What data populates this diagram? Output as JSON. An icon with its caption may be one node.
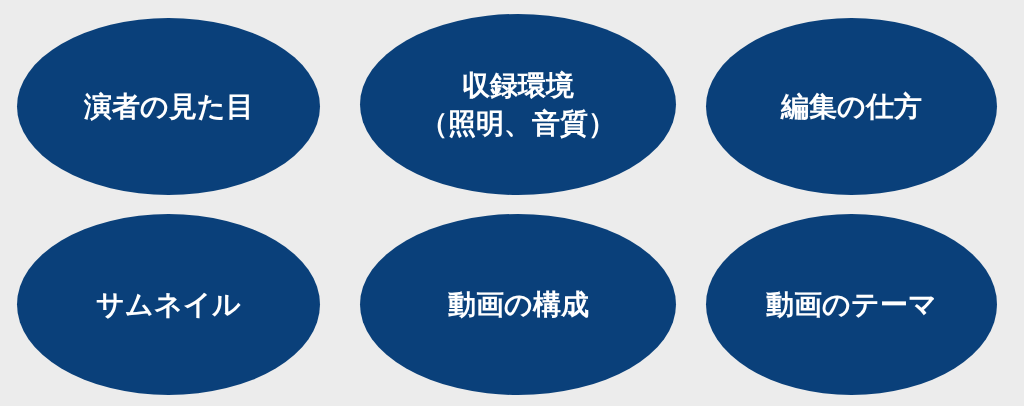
{
  "diagram": {
    "nodes": [
      {
        "text": [
          "演者の見た目"
        ]
      },
      {
        "text": [
          "収録環境（照明、音質）"
        ]
      },
      {
        "text": [
          "編集の仕方"
        ]
      },
      {
        "text": [
          "サムネイル"
        ]
      },
      {
        "text": [
          "動画の構成"
        ]
      },
      {
        "text": [
          "動画のテーマ"
        ]
      }
    ]
  }
}
